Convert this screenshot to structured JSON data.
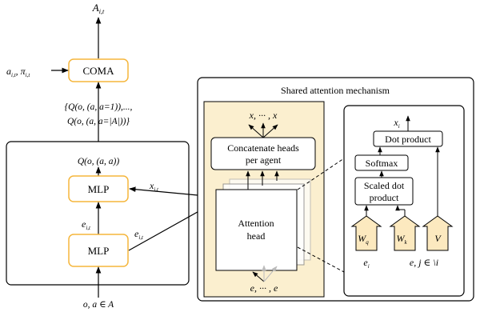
{
  "output": {
    "main": "A",
    "sub": "i,t"
  },
  "coma": {
    "label": "COMA",
    "input_a": "a",
    "input_a_sub": "i,t",
    "comma": ", ",
    "input_pi": "π",
    "input_pi_sub": "i,t"
  },
  "q_set": {
    "line1": "{Q(o, (a, a=1)),...,",
    "line2": "Q(o, (a, a=|A|))}"
  },
  "q_value": {
    "text": "Q(o, (a, a))"
  },
  "mlp_top": {
    "label": "MLP"
  },
  "mlp_bottom": {
    "label": "MLP"
  },
  "edge_e1": {
    "main": "e",
    "sub": "i,t"
  },
  "edge_e2": {
    "main": "e",
    "sub": "i,t"
  },
  "edge_x": {
    "main": "x",
    "sub": "i,t"
  },
  "input": {
    "text": "o, a ∈ A"
  },
  "shared": {
    "title": "Shared attention mechanism"
  },
  "attention": {
    "outputs": "x, ··· , x",
    "concat_line1": "Concatenate heads",
    "concat_line2": "per agent",
    "head_line1": "Attention",
    "head_line2": "head",
    "inputs": "e, ··· , e"
  },
  "detail": {
    "out_main": "x",
    "out_sub": "i",
    "dot_product": "Dot product",
    "softmax": "Softmax",
    "scaled_line1": "Scaled dot",
    "scaled_line2": "product",
    "wq_main": "W",
    "wq_sub": "q",
    "wk_main": "W",
    "wk_sub": "k",
    "v": "V",
    "e_i": "e",
    "e_i_sub": "i",
    "e_j": "e, j ∈ \\i"
  },
  "colors": {
    "orange": "#f5b63c",
    "cream": "#fbefcf",
    "wedge": "#fce9bf",
    "black": "#000000"
  }
}
